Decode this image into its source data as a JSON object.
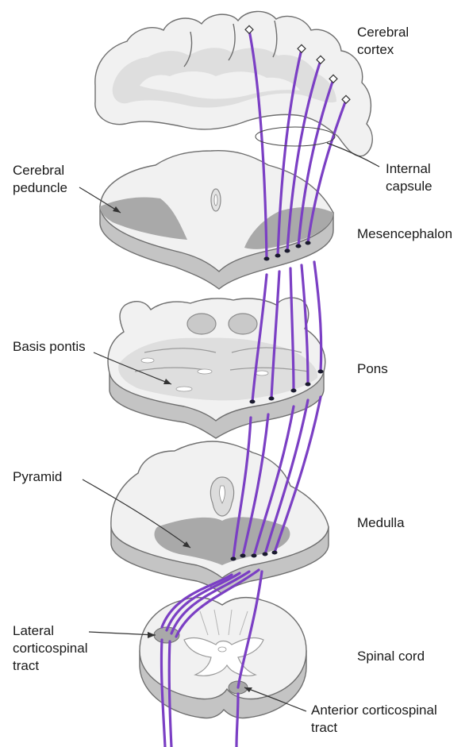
{
  "colors": {
    "fiber": "#7b3fc4",
    "tissue_light": "#f1f1f1",
    "tissue_mid": "#dcdcdc",
    "tract_dark": "#a9a9a9",
    "edge": "#bfbfbf"
  },
  "labels": {
    "cerebral_cortex": [
      "Cerebral",
      "cortex"
    ],
    "internal_capsule": [
      "Internal",
      "capsule"
    ],
    "cerebral_peduncle": [
      "Cerebral",
      "peduncle"
    ],
    "mesencephalon": "Mesencephalon",
    "basis_pontis": "Basis pontis",
    "pons": "Pons",
    "pyramid": "Pyramid",
    "medulla": "Medulla",
    "lateral_corticospinal_tract": [
      "Lateral",
      "corticospinal",
      "tract"
    ],
    "spinal_cord": "Spinal cord",
    "anterior_corticospinal_tract": [
      "Anterior corticospinal",
      "tract"
    ]
  }
}
